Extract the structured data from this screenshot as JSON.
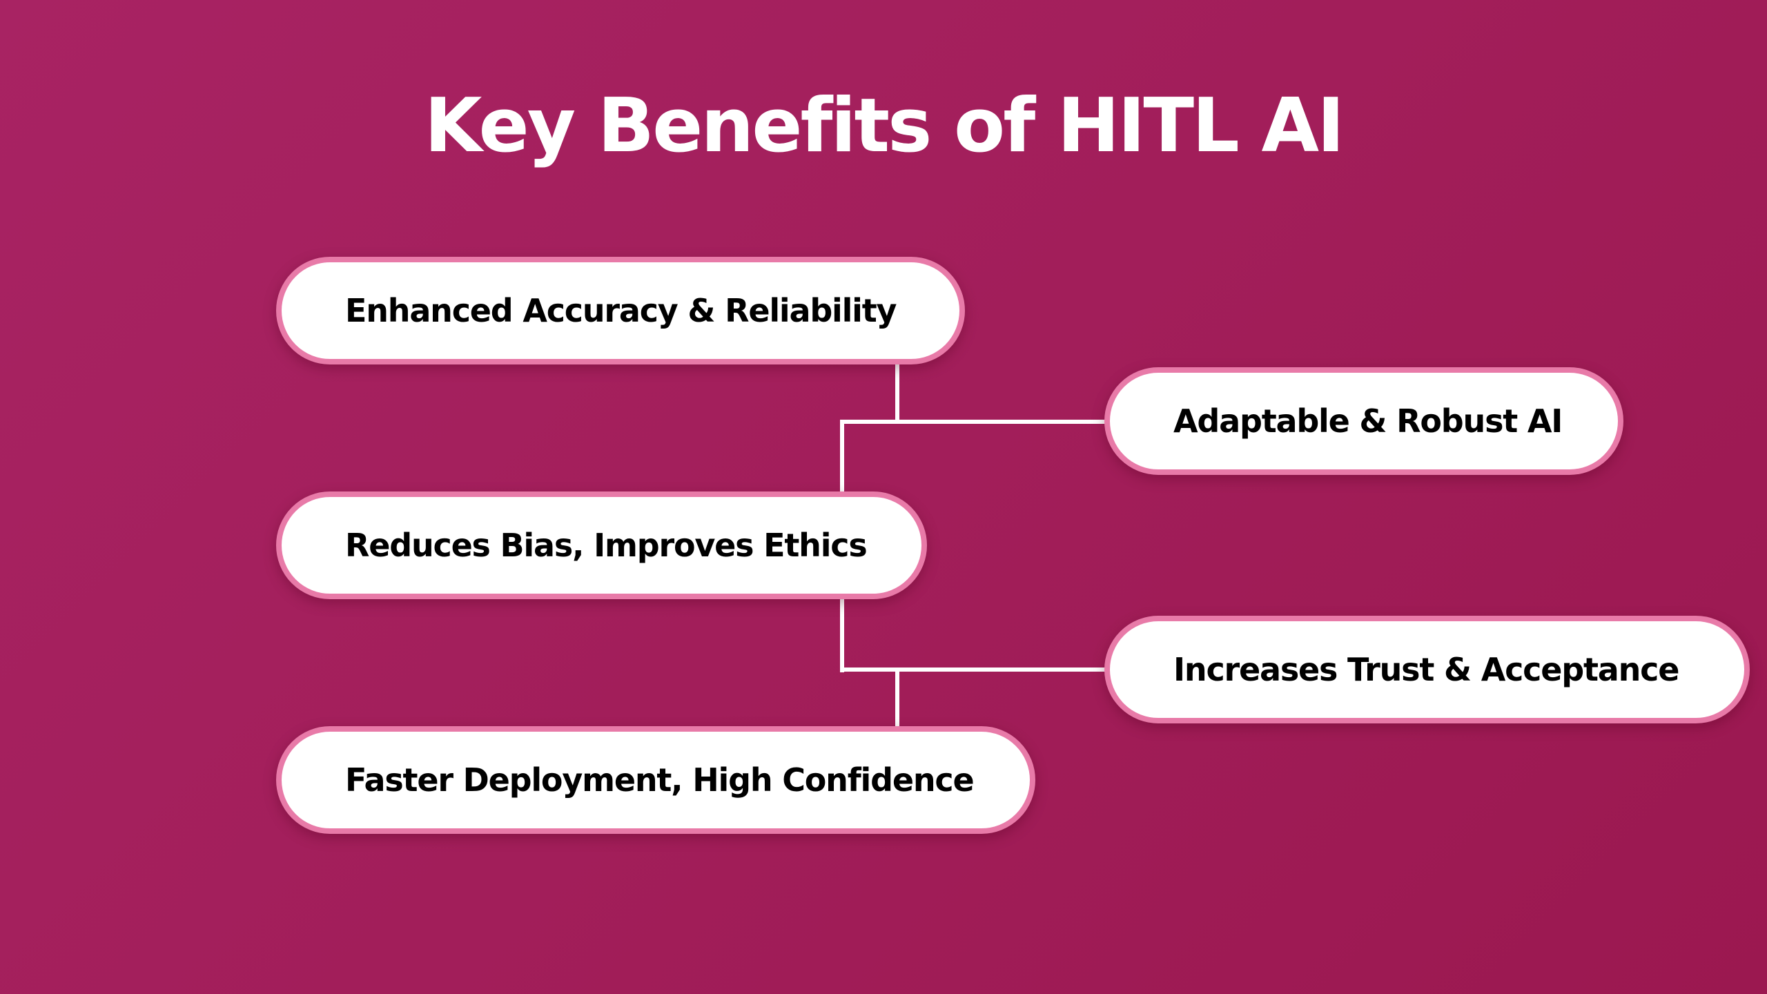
{
  "title": "Key Benefits of HITL AI",
  "colors": {
    "background_start": "#A82363",
    "background_end": "#9B1850",
    "pill_fill": "#FFFFFF",
    "pill_border": "#E87AA8",
    "connector": "#FFFFFF",
    "title_text": "#FFFFFF",
    "pill_text": "#000000"
  },
  "benefits": [
    {
      "label": "Enhanced Accuracy & Reliability",
      "column": "left"
    },
    {
      "label": "Adaptable & Robust AI",
      "column": "right"
    },
    {
      "label": "Reduces Bias, Improves Ethics",
      "column": "left"
    },
    {
      "label": "Increases Trust & Acceptance",
      "column": "right"
    },
    {
      "label": "Faster Deployment, High Confidence",
      "column": "left"
    }
  ]
}
